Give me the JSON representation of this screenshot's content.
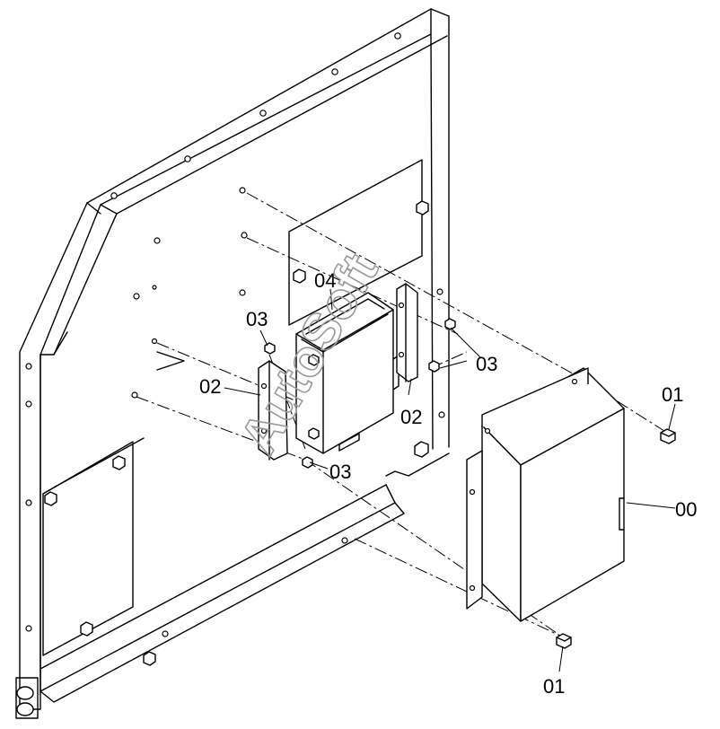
{
  "callouts": {
    "c00": "00",
    "c01_top": "01",
    "c01_bottom": "01",
    "c02_left": "02",
    "c02_right": "02",
    "c03_top": "03",
    "c03_right": "03",
    "c03_bottom": "03",
    "c04": "04"
  },
  "watermark": "AutoSoft"
}
